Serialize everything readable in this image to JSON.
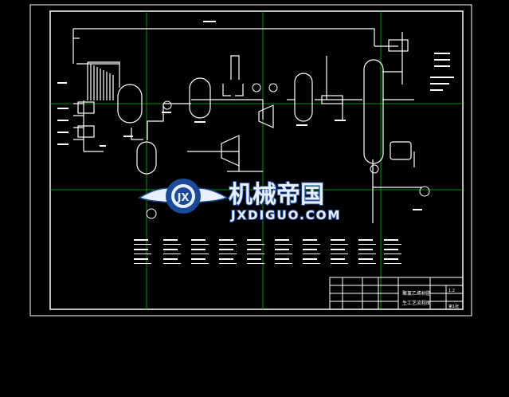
{
  "title_block": {
    "drawing_title_line1": "聚氯乙烯树脂",
    "drawing_title_line2": "生工艺流程图",
    "scale": "1:2",
    "sheet": "第1张"
  },
  "watermark": {
    "brand_cn": "机械帝国",
    "brand_en": "JXDIGUO.COM",
    "logo_letters": "JX"
  },
  "colors": {
    "background": "#000000",
    "lines": "#ffffff",
    "grid": "#00c000",
    "watermark_blue": "#1c4a9a",
    "watermark_light": "#e8f0ff"
  }
}
